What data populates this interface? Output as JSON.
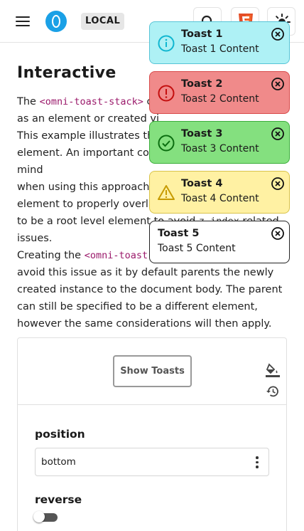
{
  "header": {
    "badge": "LOCAL",
    "icons": [
      "menu-icon",
      "logo-icon",
      "search-icon",
      "html5-icon",
      "theme-toggle-icon"
    ]
  },
  "page": {
    "title": "Interactive",
    "p1_a": "The ",
    "p1_code": "<omni-toast-stack>",
    "p1_b": " c",
    "p1_line2": "as an element or created vi",
    "p2_l1": "This example illustrates the",
    "p2_l2": "element. An important consideration to keep in mind",
    "p2_l3": "when using this approach is",
    "p2_l4": "element to properly overlay",
    "p2_l5a": "to be a root level element to avoid ",
    "p2_l5code": "z-index",
    "p2_l5b": " related",
    "p2_l6": "issues.",
    "p3_a": "Creating the ",
    "p3_code": "<omni-toast-",
    "p3_l2": "avoid this issue as it by default parents the newly",
    "p3_l3": "created instance to the document body. The parent",
    "p3_l4": "can still be specified to be a different element,",
    "p3_l5": "however the same considerations will then apply."
  },
  "demo": {
    "show_button": "Show Toasts",
    "position_label": "position",
    "position_value": "bottom",
    "reverse_label": "reverse",
    "reverse_on": false
  },
  "toasts": [
    {
      "title": "Toast 1",
      "content": "Toast 1 Content",
      "type": "info",
      "icon": "info-icon"
    },
    {
      "title": "Toast 2",
      "content": "Toast 2 Content",
      "type": "error",
      "icon": "error-icon"
    },
    {
      "title": "Toast 3",
      "content": "Toast 3 Content",
      "type": "success",
      "icon": "success-icon"
    },
    {
      "title": "Toast 4",
      "content": "Toast 4 Content",
      "type": "warning",
      "icon": "warning-icon"
    },
    {
      "title": "Toast 5",
      "content": "Toast 5 Content",
      "type": "none",
      "icon": ""
    }
  ],
  "colors": {
    "info": "#aef1f5",
    "error": "#f08a8a",
    "success": "#84e07f",
    "warning": "#fff1a3",
    "brand": "#1aa0e6",
    "html5": "#e44d26"
  }
}
